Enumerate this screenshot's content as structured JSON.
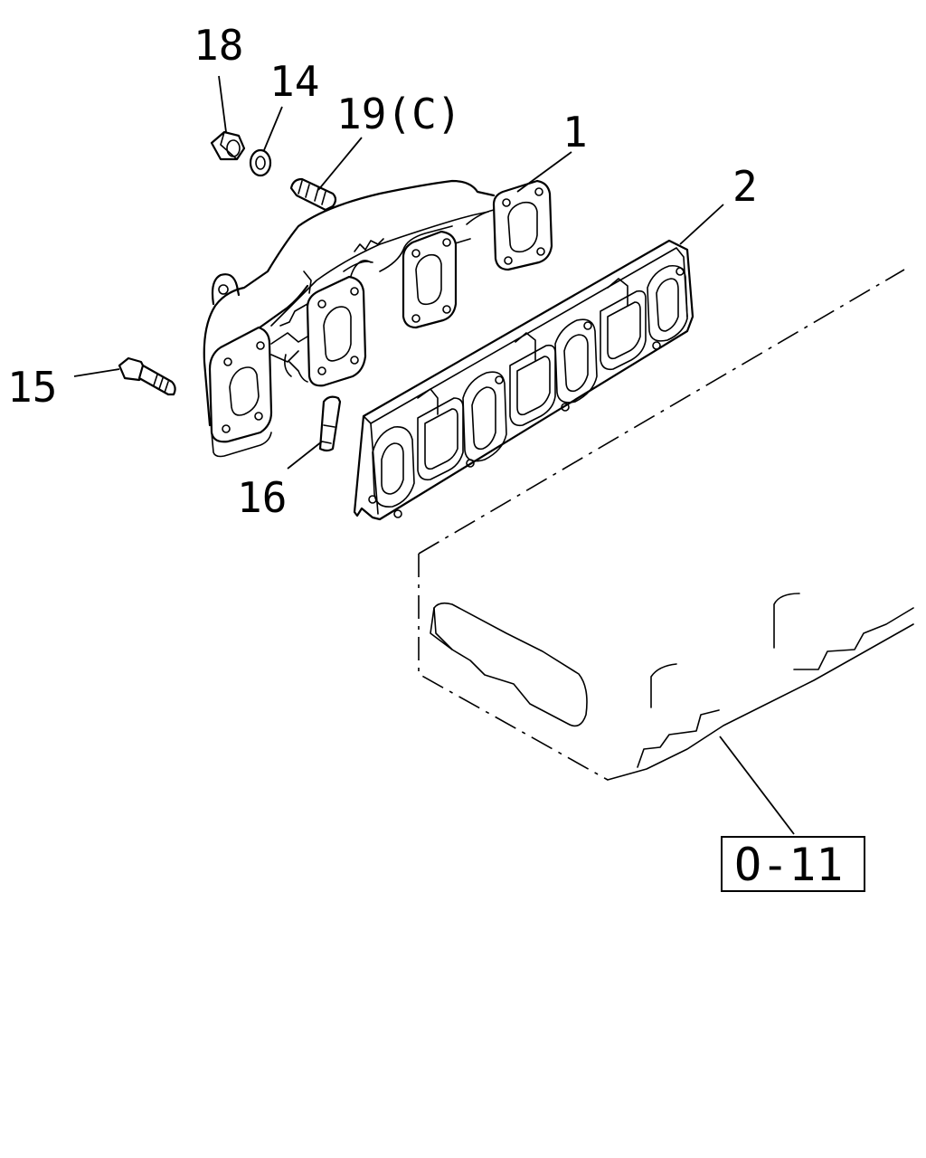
{
  "callouts": {
    "c1": "1",
    "c2": "2",
    "c14": "14",
    "c15": "15",
    "c16": "16",
    "c18": "18",
    "c19": "19(C)"
  },
  "reference_box": "O-11",
  "colors": {
    "line": "#000000",
    "background": "#ffffff"
  }
}
